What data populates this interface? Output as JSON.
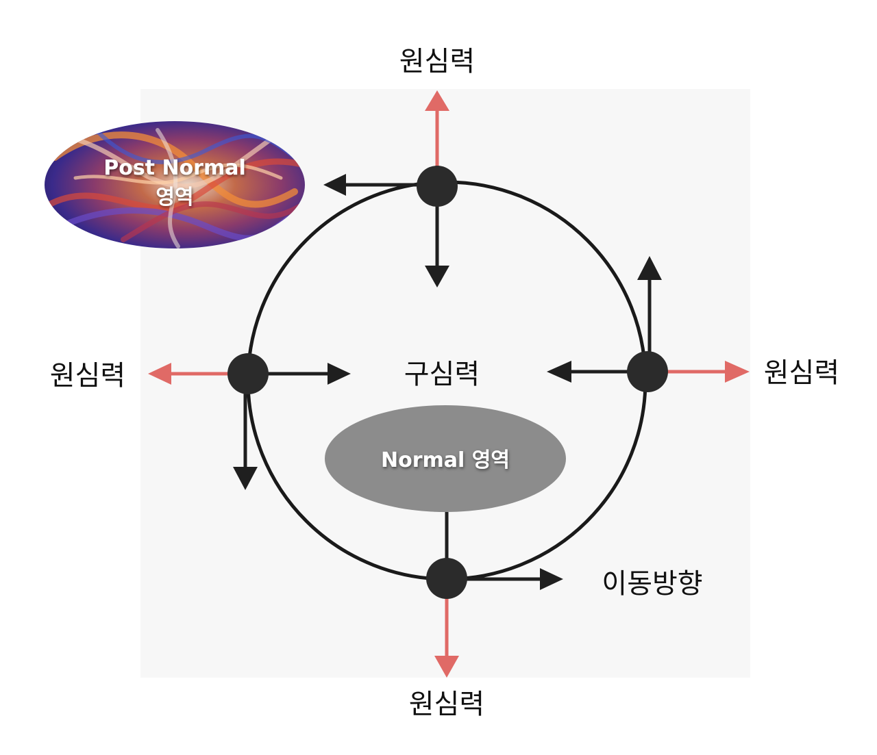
{
  "labels": {
    "centrifugal_top": "원심력",
    "centrifugal_left": "원심력",
    "centrifugal_right": "원심력",
    "centrifugal_bottom": "원심력",
    "centripetal": "구심력",
    "direction": "이동방향"
  },
  "post_normal": {
    "line1": "Post Normal",
    "line2": "영역"
  },
  "normal": {
    "label": "Normal 영역"
  },
  "colors": {
    "orbit": "#1a1a1a",
    "body": "#2b2b2b",
    "arrow_dark": "#1f1f1f",
    "arrow_red": "#e06a66",
    "normal_fill": "#8c8c8c",
    "panel": "#f7f7f7"
  },
  "icons": {
    "post_normal_fill": "swirl-texture-icon"
  }
}
